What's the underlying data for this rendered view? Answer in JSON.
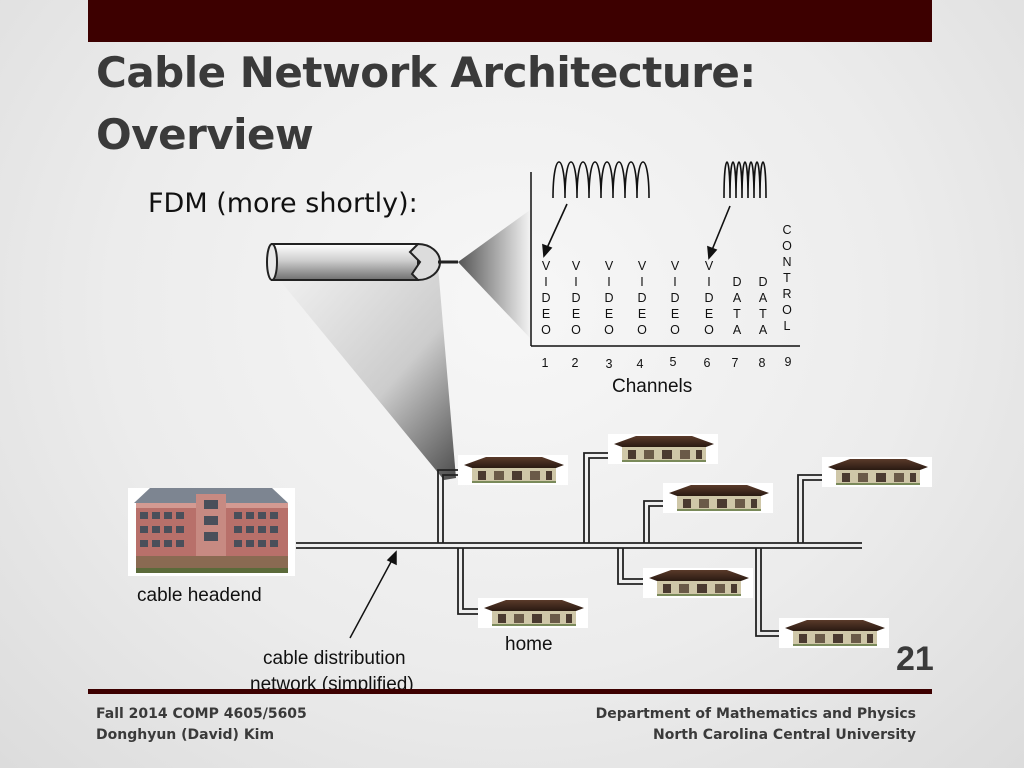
{
  "slide": {
    "title_line1": "Cable Network Architecture:",
    "title_line2": "Overview",
    "subtitle": "FDM (more shortly):",
    "page_number": "21"
  },
  "spectrum": {
    "channels_label": "Channels",
    "channels": [
      {
        "number": "1",
        "type": "VIDEO"
      },
      {
        "number": "2",
        "type": "VIDEO"
      },
      {
        "number": "3",
        "type": "VIDEO"
      },
      {
        "number": "4",
        "type": "VIDEO"
      },
      {
        "number": "5",
        "type": "VIDEO"
      },
      {
        "number": "6",
        "type": "VIDEO"
      },
      {
        "number": "7",
        "type": "DATA"
      },
      {
        "number": "8",
        "type": "DATA"
      },
      {
        "number": "9",
        "type": "CONTROL"
      }
    ]
  },
  "labels": {
    "headend": "cable headend",
    "home": "home",
    "distribution_line1": "cable distribution",
    "distribution_line2": "network (simplified)"
  },
  "footer": {
    "left_line1": "Fall 2014 COMP 4605/5605",
    "left_line2": "Donghyun (David) Kim",
    "right_line1": "Department of Mathematics and Physics",
    "right_line2": "North Carolina Central University"
  },
  "colors": {
    "accent": "#3d0000",
    "title": "#3a3a3a"
  }
}
